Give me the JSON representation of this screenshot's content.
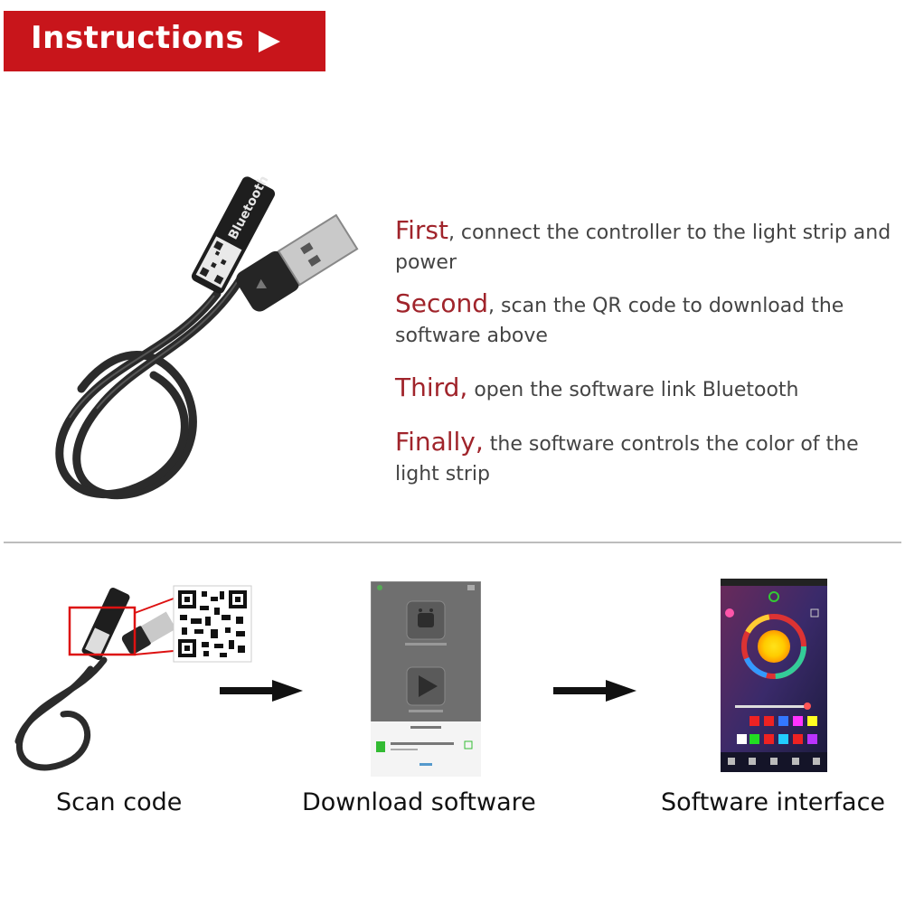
{
  "banner": {
    "title": "Instructions",
    "color": "#c8151b"
  },
  "device_label": "Bluetooth",
  "steps": [
    {
      "lead": "First",
      "text": ", connect the controller to the light strip and power"
    },
    {
      "lead": "Second",
      "text": ", scan the QR code to download the software above"
    },
    {
      "lead": "Third,",
      "text": " open the software link Bluetooth"
    },
    {
      "lead": "Finally,",
      "text": " the software controls the color of the light strip"
    }
  ],
  "flow": {
    "step1": {
      "caption": "Scan code"
    },
    "step2": {
      "caption": "Download software"
    },
    "step3": {
      "caption": "Software interface"
    }
  },
  "colors": {
    "accent_text": "#a0242b",
    "body_text": "#444444"
  }
}
